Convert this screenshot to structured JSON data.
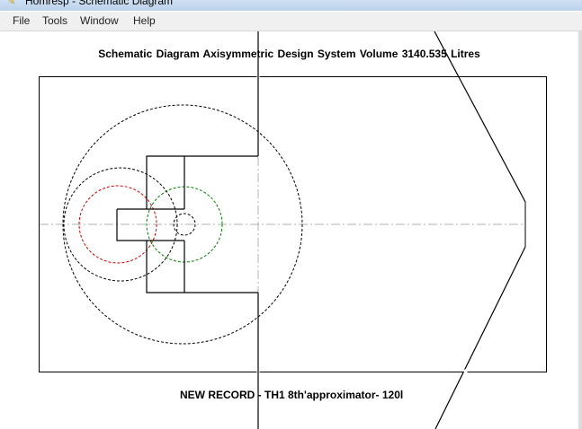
{
  "window": {
    "title": "Homresp - Schematic Diagram"
  },
  "menu": {
    "items": [
      {
        "label": "File"
      },
      {
        "label": "Tools"
      },
      {
        "label": "Window"
      },
      {
        "label": "Help"
      }
    ]
  },
  "diagram": {
    "heading": "Schematic Diagram   Axisymmetric Design   System Volume 3140.535 Litres",
    "record": "NEW RECORD - TH1 8th'approximator- 120l",
    "colors": {
      "outline": "#000000",
      "centerline": "#b0b0b0",
      "red_circle": "#d00000",
      "green_circle": "#008000",
      "black_circle": "#000000"
    }
  }
}
